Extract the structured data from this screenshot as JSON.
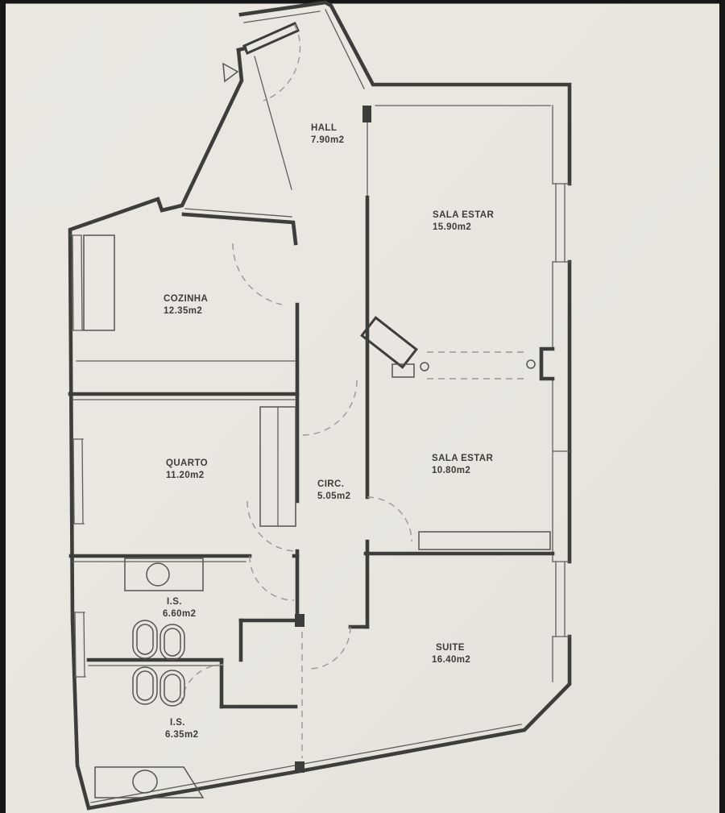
{
  "plan": {
    "type": "apartment-floor-plan",
    "rooms": [
      {
        "name": "HALL",
        "area": "7.90m2"
      },
      {
        "name": "SALA ESTAR",
        "area": "15.90m2"
      },
      {
        "name": "COZINHA",
        "area": "12.35m2"
      },
      {
        "name": "QUARTO",
        "area": "11.20m2"
      },
      {
        "name": "CIRC.",
        "area": "5.05m2"
      },
      {
        "name": "SALA ESTAR",
        "area": "10.80m2"
      },
      {
        "name": "I.S.",
        "area": "6.60m2"
      },
      {
        "name": "I.S.",
        "area": "6.35m2"
      },
      {
        "name": "SUITE",
        "area": "16.40m2"
      }
    ],
    "colors": {
      "paper": "#e9e6e0",
      "wall": "#3d3d3c",
      "thin_line": "#5f5e5a",
      "dashed_line": "#9a9894",
      "frame": "#161616"
    }
  }
}
